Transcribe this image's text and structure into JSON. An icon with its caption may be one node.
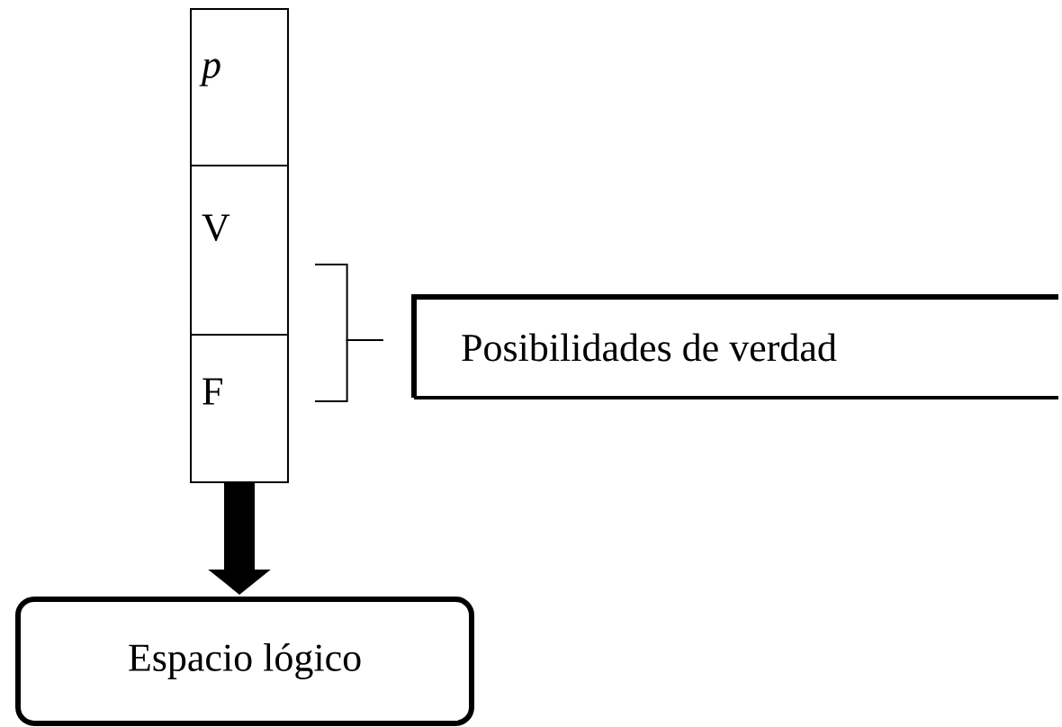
{
  "diagram": {
    "nodes": [
      {
        "text": [
          "p"
        ]
      },
      {
        "text": [
          "V"
        ]
      },
      {
        "text": [
          "F"
        ]
      },
      {
        "text": [
          "Posibilidades de verdad"
        ]
      },
      {
        "text": [
          "Espacio lógico"
        ]
      }
    ],
    "edges": [
      {
        "from": 3,
        "to": 1,
        "arrow": "none"
      },
      {
        "from": 3,
        "to": 2,
        "arrow": "none"
      },
      {
        "from": 2,
        "to": 4,
        "arrow": "to",
        "style": "thick"
      }
    ]
  }
}
